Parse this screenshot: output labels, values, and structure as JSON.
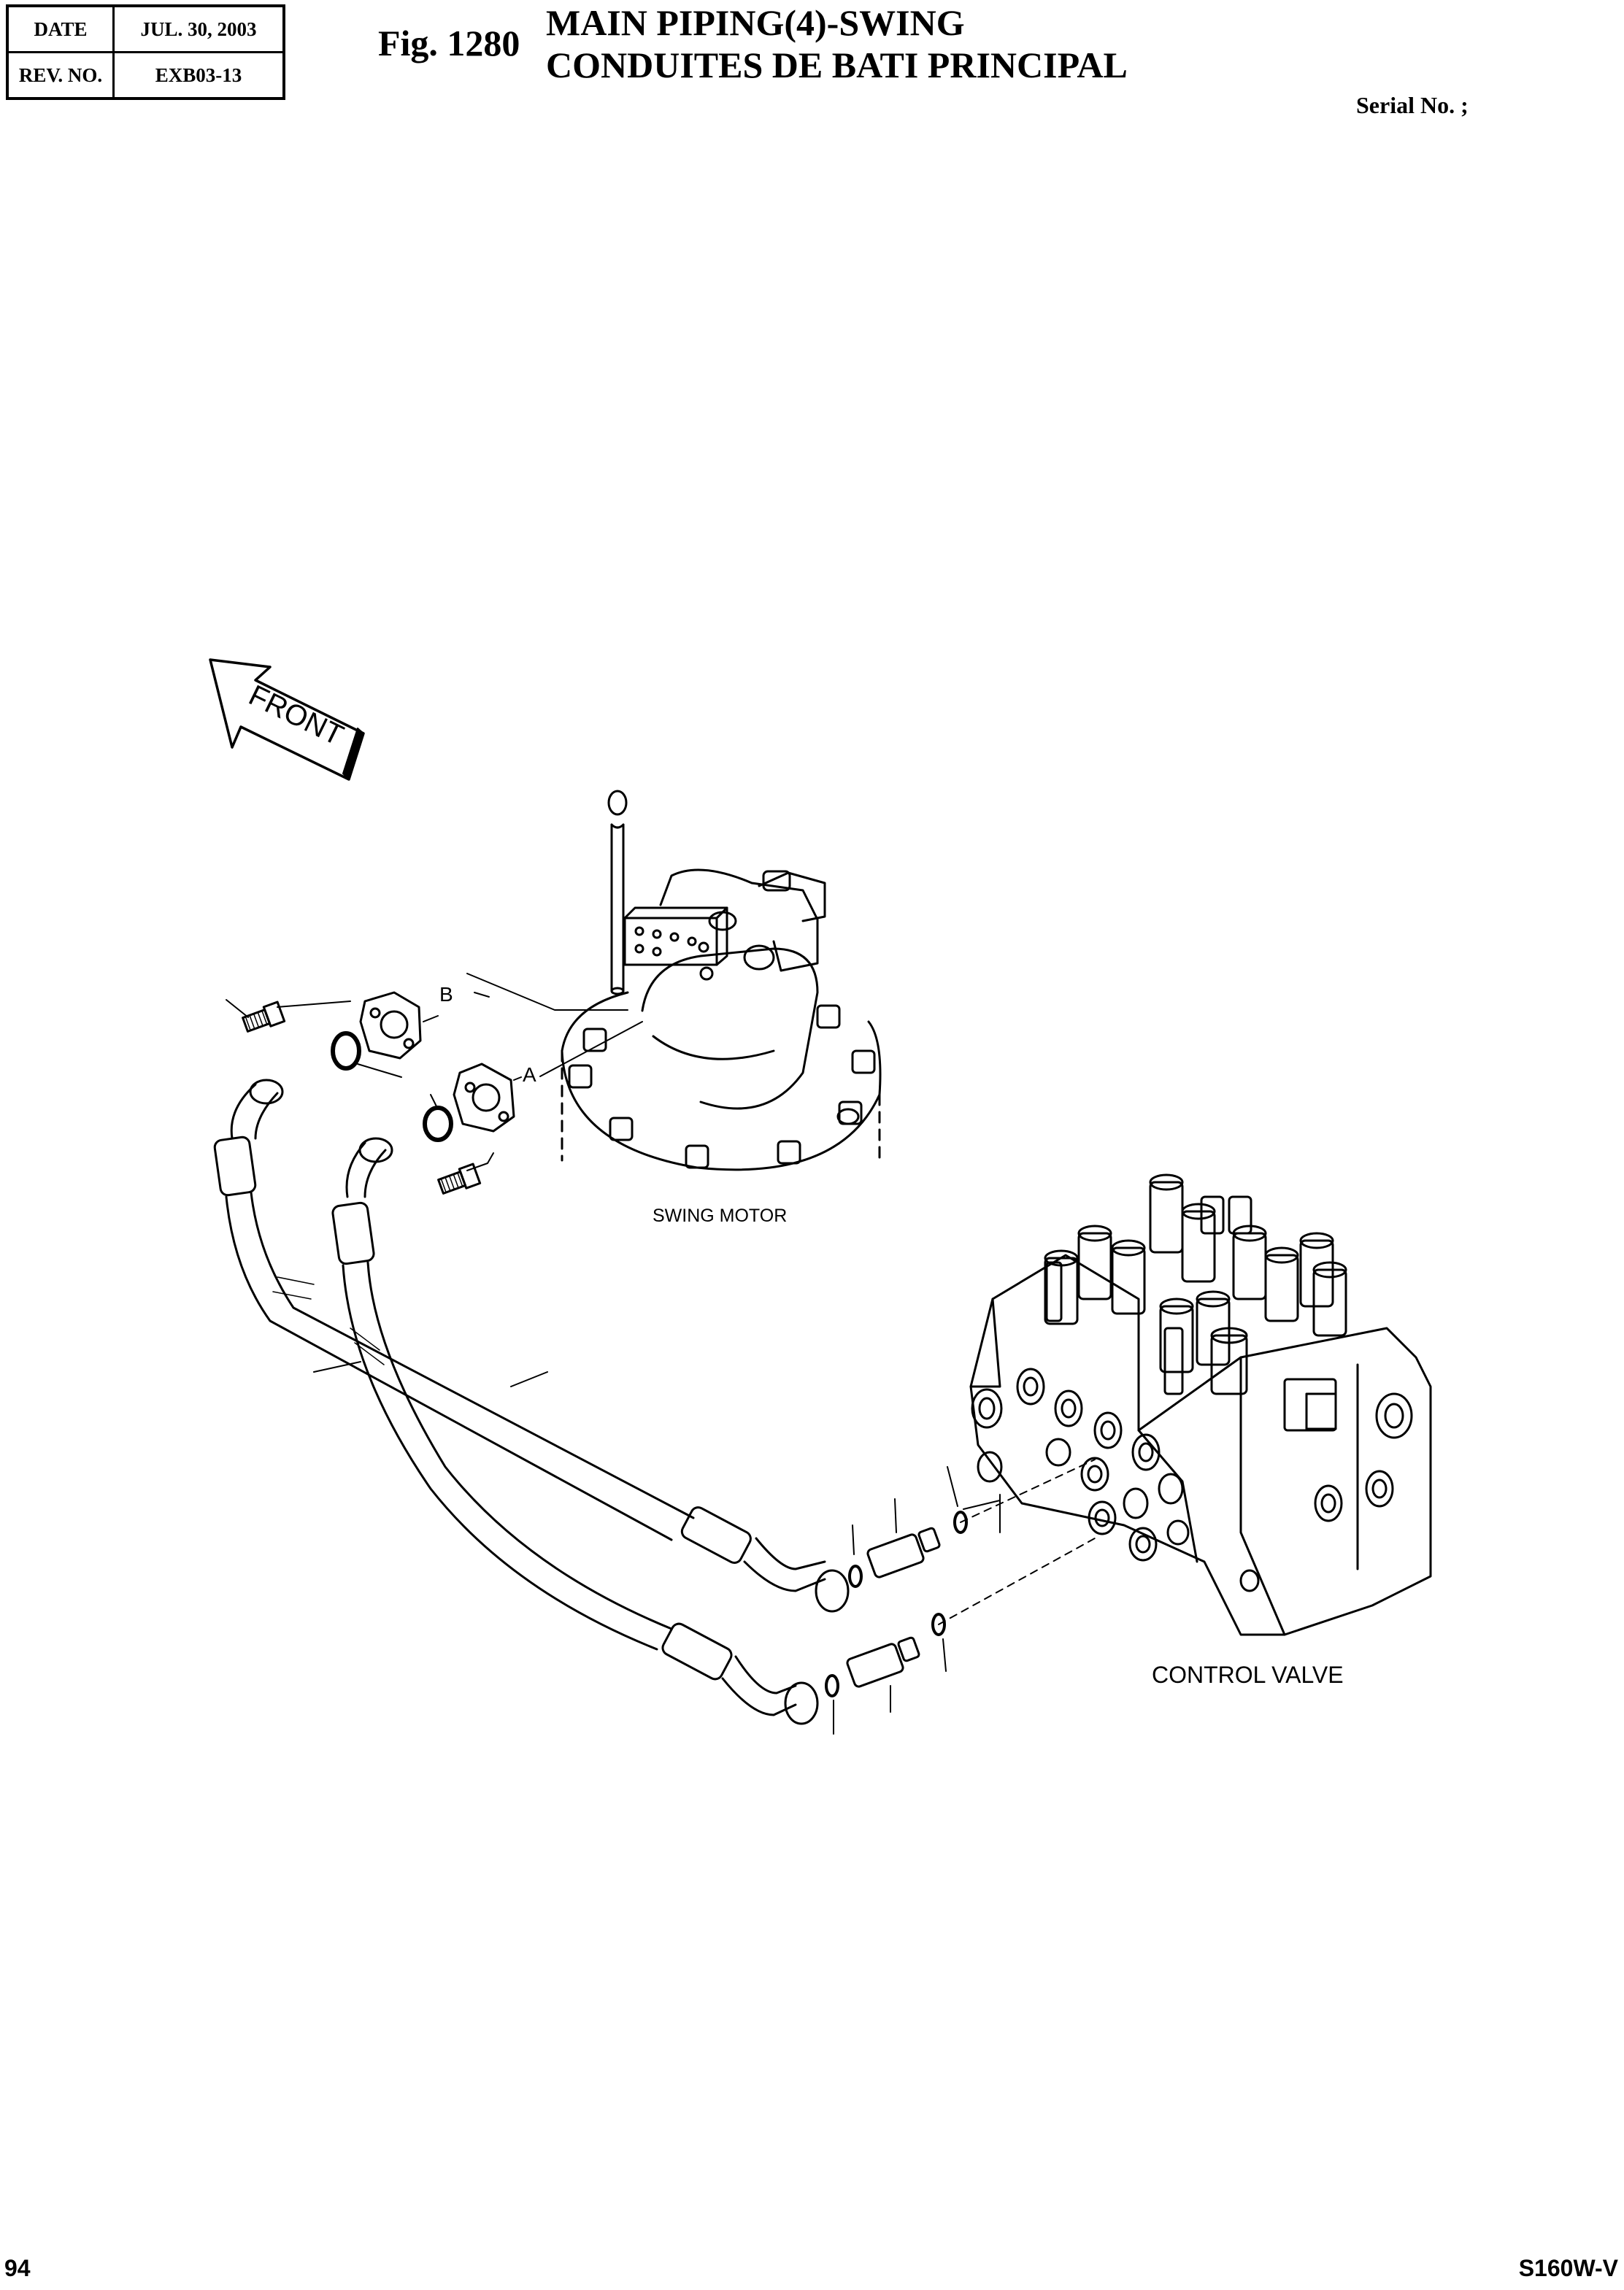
{
  "header": {
    "date_label": "DATE",
    "date_value": "JUL. 30, 2003",
    "rev_label": "REV. NO.",
    "rev_value": "EXB03-13"
  },
  "figure": {
    "number": "Fig. 1280",
    "title_en": "MAIN PIPING(4)-SWING",
    "title_fr": "CONDUITES DE BATI PRINCIPAL",
    "serial": "Serial No. ;"
  },
  "diagram": {
    "front_label": "FRONT",
    "swing_motor_label": "SWING MOTOR",
    "control_valve_label": "CONTROL VALVE",
    "port_a": "A",
    "port_b": "B"
  },
  "footer": {
    "page": "94",
    "model": "S160W-V"
  }
}
